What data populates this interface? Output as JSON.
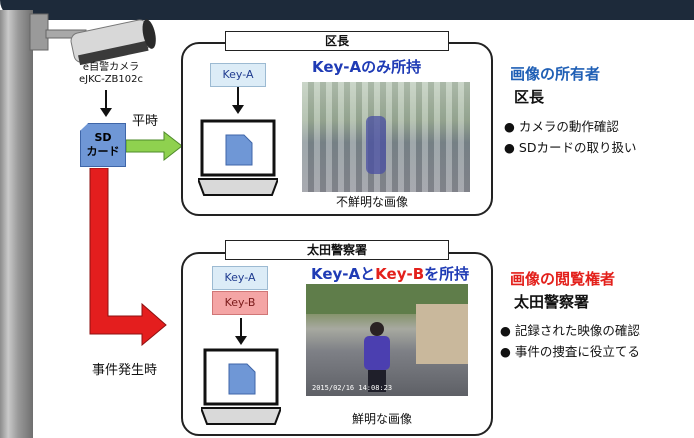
{
  "camera": {
    "label_line1": "e自警カメラ",
    "label_line2": "eJKC-ZB102c"
  },
  "sd_card": {
    "line1": "SD",
    "line2": "カード"
  },
  "arrows": {
    "normal_label": "平時",
    "incident_label": "事件発生時"
  },
  "panel_top": {
    "title": "区長",
    "key_a": "Key-A",
    "heading": "Key-Aのみ所持",
    "caption": "不鮮明な画像"
  },
  "panel_bottom": {
    "title": "太田警察署",
    "key_a": "Key-A",
    "key_b": "Key-B",
    "heading_part1": "Key-A",
    "heading_part2": "と",
    "heading_part3": "Key-B",
    "heading_part4": "を所持",
    "caption": "鮮明な画像",
    "timestamp": "2015/02/16  14:08:23"
  },
  "owner_info": {
    "title": "画像の所有者",
    "name": "区長",
    "bullets": [
      "カメラの動作確認",
      "SDカードの取り扱い"
    ]
  },
  "viewer_info": {
    "title": "画像の閲覧権者",
    "name": "太田警察署",
    "bullets": [
      "記録された映像の確認",
      "事件の捜査に役立てる"
    ]
  },
  "colors": {
    "blue_title": "#1f5fb5",
    "red_title": "#e3201b",
    "key_blue": "#1f3bb5",
    "key_red": "#e3201b"
  }
}
